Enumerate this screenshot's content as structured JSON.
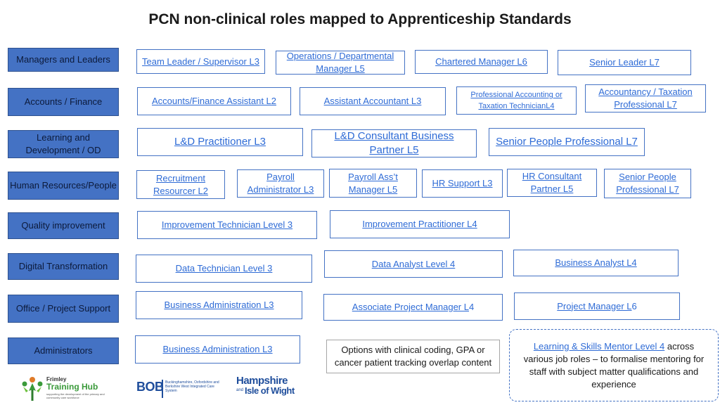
{
  "title": "PCN non-clinical roles mapped to Apprenticeship Standards",
  "categories": [
    "Managers and Leaders",
    "Accounts / Finance",
    "Learning and Development / OD",
    "Human Resources/People",
    "Quality improvement",
    "Digital Transformation",
    "Office / Project Support",
    "Administrators"
  ],
  "roles": {
    "team_leader": "Team Leader / Supervisor L3",
    "operations_manager": "Operations / Departmental Manager L5",
    "chartered_manager": "Chartered Manager L6",
    "senior_leader": "Senior Leader L7",
    "accounts_assistant": "Accounts/Finance Assistant L2",
    "assistant_accountant": "Assistant Accountant L3",
    "professional_accounting": "Professional Accounting or Taxation TechnicianL4",
    "accountancy_professional": "Accountancy / Taxation Professional L7",
    "ld_practitioner": "L&D Practitioner L3",
    "ld_consultant": "L&D Consultant Business Partner L5",
    "senior_people_ld": "Senior People Professional L7",
    "recruitment_resourcer": "Recruitment Resourcer L2",
    "payroll_admin": "Payroll Administrator L3",
    "payroll_manager": "Payroll Ass’t Manager L5",
    "hr_support": "HR Support L3",
    "hr_consultant": "HR Consultant Partner L5",
    "senior_people_hr": "Senior People Professional L7",
    "improvement_technician": "Improvement Technician Level 3",
    "improvement_practitioner": "Improvement Practitioner L4",
    "data_technician": "Data Technician Level 3",
    "data_analyst": "Data Analyst Level 4",
    "business_analyst": "Business Analyst L4",
    "business_admin_office": "Business Administration L3",
    "associate_pm_link": "Associate Project Manager L",
    "associate_pm_suffix": "4",
    "project_manager_link": "Project Manager L",
    "project_manager_suffix": "6",
    "business_admin_admins": "Business Administration L3"
  },
  "note": "Options with clinical coding, GPA or cancer patient tracking overlap content",
  "mentor": {
    "link": "Learning & Skills Mentor Level 4",
    "text": " across various job roles – to formalise mentoring for staff with subject matter qualifications and experience"
  },
  "logos": {
    "frimley_line1": "Frimley",
    "frimley_line2": "Training Hub",
    "frimley_tagline": "supporting the development of the primary and community care workforce",
    "bob_mark": "BOB",
    "bob_text": "Buckinghamshire, Oxfordshire and Berkshire West Integrated Care System",
    "hiow_line1": "Hampshire",
    "hiow_and": "and",
    "hiow_line2": "Isle of Wight"
  },
  "colors": {
    "category_fill": "#4472c4",
    "link": "#2e6bd6",
    "frimley_green": "#3a9a3a",
    "hiow_blue": "#1f4e9c"
  }
}
